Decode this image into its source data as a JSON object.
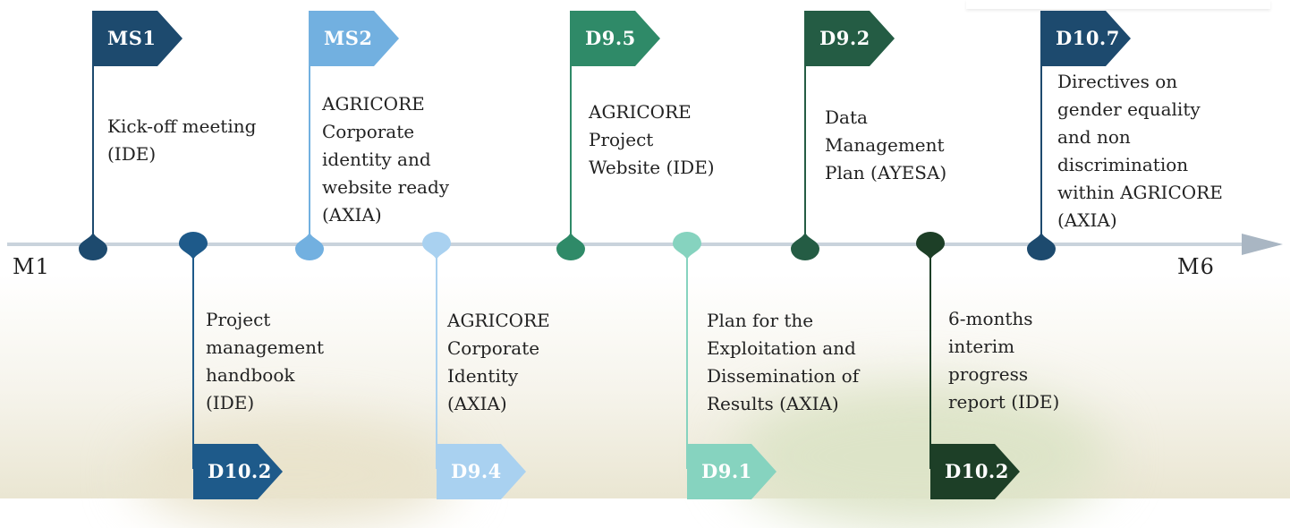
{
  "timeline": {
    "start_label": "M1",
    "end_label": "M6"
  },
  "milestones": [
    {
      "code": "MS1",
      "color": "#1d4a6e",
      "position": "above",
      "text": [
        "Kick-off meeting",
        "(IDE)"
      ]
    },
    {
      "code": "D10.2",
      "color": "#1e5a8a",
      "position": "below",
      "text": [
        "Project",
        "management",
        "handbook",
        "(IDE)"
      ]
    },
    {
      "code": "MS2",
      "color": "#72b0e0",
      "position": "above",
      "text": [
        "AGRICORE",
        "Corporate",
        "identity    and",
        "website ready",
        "(AXIA)"
      ]
    },
    {
      "code": "D9.4",
      "color": "#a9d1f0",
      "position": "below",
      "text": [
        "AGRICORE",
        "Corporate",
        "Identity",
        "(AXIA)"
      ]
    },
    {
      "code": "D9.5",
      "color": "#2f8a68",
      "position": "above",
      "text": [
        "AGRICORE",
        "Project",
        "Website (IDE)"
      ]
    },
    {
      "code": "D9.1",
      "color": "#86d3bf",
      "position": "below",
      "text": [
        "Plan      for      the",
        "Exploitation and",
        "Dissemination of",
        "Results (AXIA)"
      ]
    },
    {
      "code": "D9.2",
      "color": "#245c44",
      "position": "above",
      "text": [
        "Data",
        "Management",
        "Plan (AYESA)"
      ]
    },
    {
      "code": "D10.2",
      "color": "#1d3f27",
      "position": "below",
      "text": [
        "6-months",
        "interim",
        "progress",
        "report (IDE)"
      ]
    },
    {
      "code": "D10.7",
      "color": "#1d4a6e",
      "position": "above",
      "text": [
        "Directives on",
        "gender equality",
        "and non",
        "discrimination",
        "within AGRICORE",
        "(AXIA)"
      ]
    }
  ]
}
